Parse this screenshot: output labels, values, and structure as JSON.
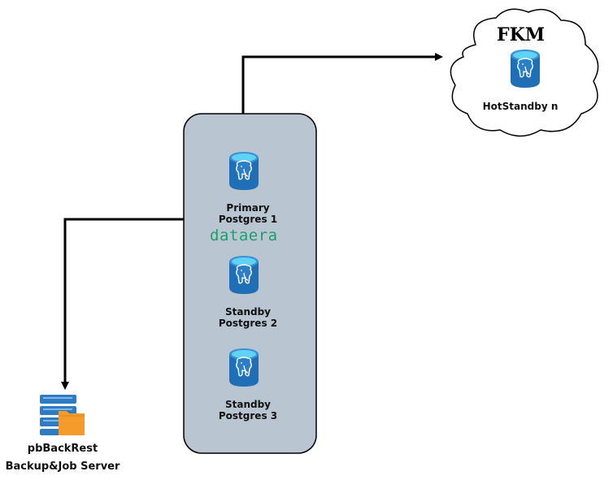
{
  "colors": {
    "cluster_fill": "#b9c5d0",
    "db_body": "#1f6fb6",
    "db_top": "#5ed3f3",
    "brand": "#1e9e6b",
    "server_blue": "#2d7cc2",
    "folder_orange": "#f59b2b"
  },
  "cloud": {
    "title": "FKM",
    "node_label": "HotStandby n",
    "icon": "postgres-database-icon"
  },
  "cluster": {
    "nodes": [
      {
        "line1": "Primary",
        "line2": "Postgres 1",
        "icon": "postgres-database-icon"
      },
      {
        "line1": "Standby",
        "line2": "Postgres 2",
        "icon": "postgres-database-icon"
      },
      {
        "line1": "Standby",
        "line2": "Postgres 3",
        "icon": "postgres-database-icon"
      }
    ],
    "brand": "dataera"
  },
  "backup": {
    "line1": "pbBackRest",
    "line2": "Backup&Job Server",
    "icon": "server-folder-icon"
  }
}
